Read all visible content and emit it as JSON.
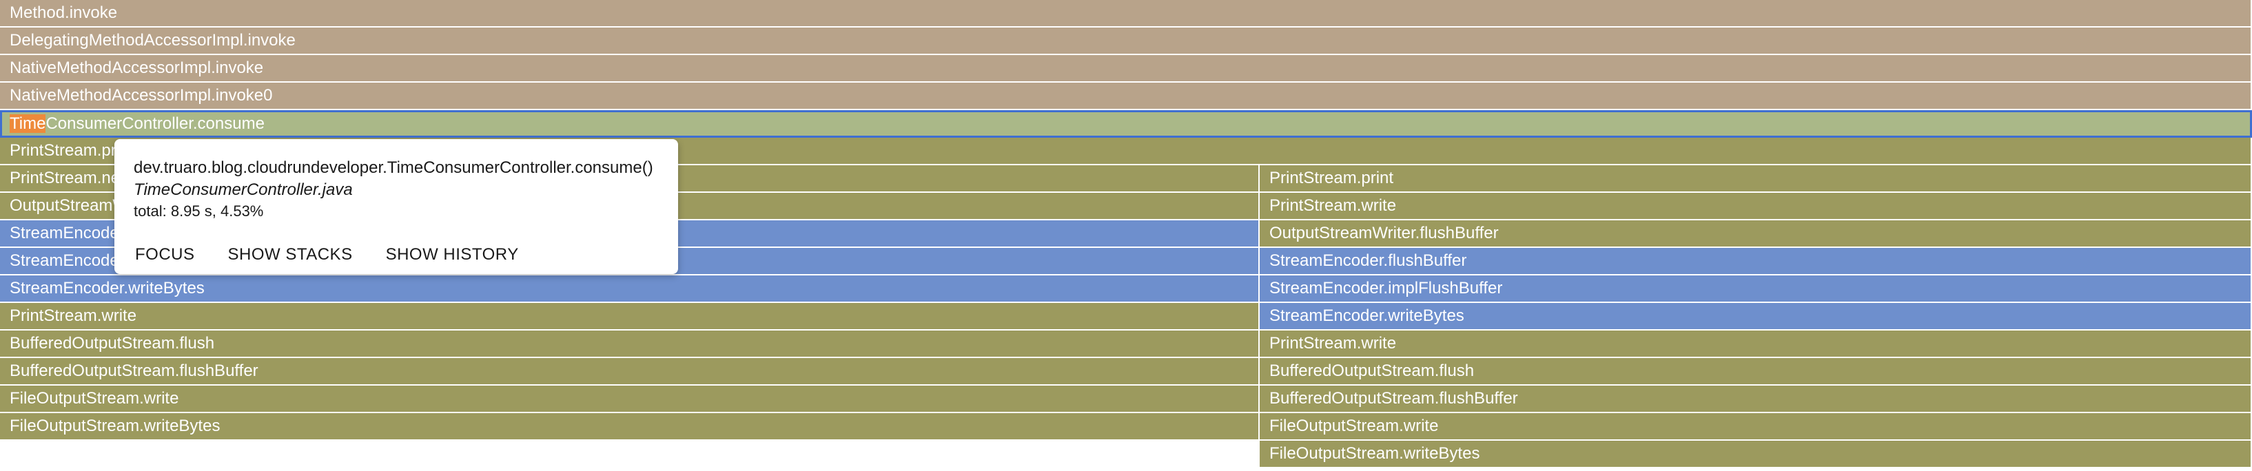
{
  "colors": {
    "tan": "#b8a38a",
    "olive": "#9c9a5e",
    "blue": "#6e8fcd",
    "selected_green": "#aab888",
    "highlight_orange": "#ee8a3b",
    "selected_border": "#3f6fd1"
  },
  "frames": [
    {
      "label": "Method.invoke",
      "color": "tan"
    },
    {
      "label": "DelegatingMethodAccessorImpl.invoke",
      "color": "tan"
    },
    {
      "label": "NativeMethodAccessorImpl.invoke",
      "color": "tan"
    },
    {
      "label": "NativeMethodAccessorImpl.invoke0",
      "color": "tan"
    },
    {
      "label_highlight": "Time",
      "label_rest": "ConsumerController.consume",
      "color": "selected_green",
      "selected": true
    },
    {
      "label": "PrintStream.println",
      "color": "olive"
    },
    {
      "label": "PrintStream.newLine",
      "color": "olive"
    },
    {
      "label": "OutputStreamWriter.flushBuffer",
      "color": "olive"
    },
    {
      "label": "StreamEncoder.flushBuffer",
      "color": "blue"
    },
    {
      "label": "StreamEncoder.implFlushBuffer",
      "color": "blue"
    },
    {
      "label": "StreamEncoder.writeBytes",
      "color": "blue"
    },
    {
      "label": "PrintStream.write",
      "color": "olive"
    },
    {
      "label": "BufferedOutputStream.flush",
      "color": "olive"
    },
    {
      "label": "BufferedOutputStream.flushBuffer",
      "color": "olive"
    },
    {
      "label": "FileOutputStream.write",
      "color": "olive"
    },
    {
      "label": "FileOutputStream.writeBytes",
      "color": "olive"
    },
    {
      "label": "PrintStream.print",
      "color": "olive"
    },
    {
      "label": "PrintStream.write",
      "color": "olive"
    },
    {
      "label": "OutputStreamWriter.flushBuffer",
      "color": "olive"
    },
    {
      "label": "StreamEncoder.flushBuffer",
      "color": "blue"
    },
    {
      "label": "StreamEncoder.implFlushBuffer",
      "color": "blue"
    },
    {
      "label": "StreamEncoder.writeBytes",
      "color": "blue"
    },
    {
      "label": "PrintStream.write",
      "color": "olive"
    },
    {
      "label": "BufferedOutputStream.flush",
      "color": "olive"
    },
    {
      "label": "BufferedOutputStream.flushBuffer",
      "color": "olive"
    },
    {
      "label": "FileOutputStream.write",
      "color": "olive"
    },
    {
      "label": "FileOutputStream.writeBytes",
      "color": "olive"
    }
  ],
  "tooltip": {
    "method": "dev.truaro.blog.cloudrundeveloper.TimeConsumerController.consume()",
    "file": "TimeConsumerController.java",
    "total_label": "total:",
    "total_value": "8.95 s, 4.53%",
    "focus": "FOCUS",
    "show_stacks": "SHOW STACKS",
    "show_history": "SHOW HISTORY"
  }
}
